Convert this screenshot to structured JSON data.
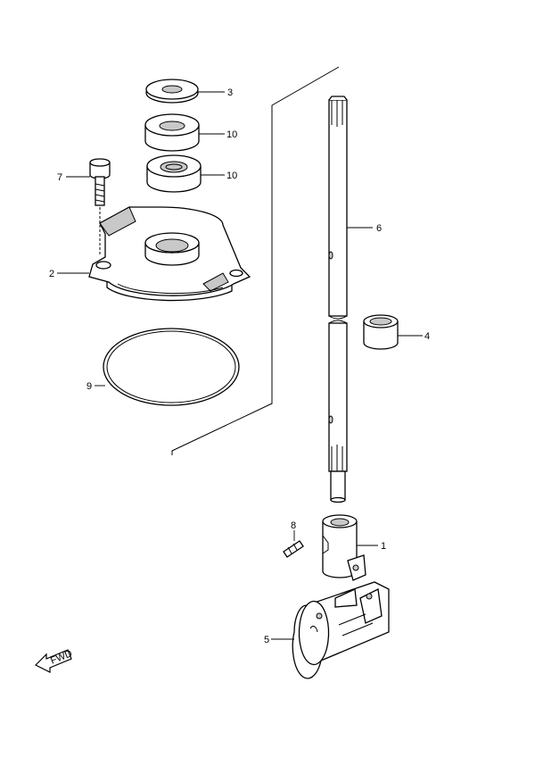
{
  "callouts": {
    "p1": "1",
    "p2": "2",
    "p3": "3",
    "p4": "4",
    "p5": "5",
    "p6": "6",
    "p7": "7",
    "p8": "8",
    "p9": "9",
    "p10a": "10",
    "p10b": "10"
  },
  "fwd_label": "FWD"
}
